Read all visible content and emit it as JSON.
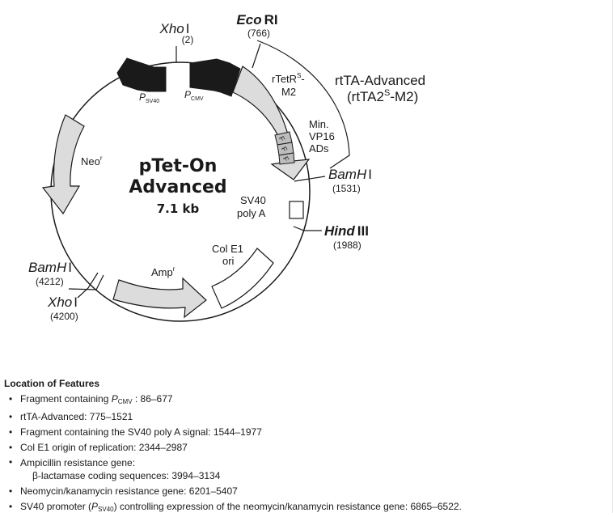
{
  "plasmid": {
    "name_line1": "pTet-On",
    "name_line2": "Advanced",
    "size": "7.1 kb"
  },
  "sites": {
    "xho_top": {
      "name": "Xho",
      "suffix": "I",
      "pos": "(2)"
    },
    "eco": {
      "name": "Eco",
      "suffix": "RI",
      "pos": "(766)"
    },
    "bam_right": {
      "name": "BamH",
      "suffix": "I",
      "pos": "(1531)"
    },
    "hind": {
      "name": "Hind",
      "suffix": "III",
      "pos": "(1988)"
    },
    "bam_left": {
      "name": "BamH",
      "suffix": "I",
      "pos": "(4212)"
    },
    "xho_left": {
      "name": "Xho",
      "suffix": "I",
      "pos": "(4200)"
    }
  },
  "features": {
    "psv40": {
      "main": "P",
      "sub": "SV40"
    },
    "pcmv": {
      "main": "P",
      "sub": "CMV"
    },
    "rtetr_line1": "rTetR",
    "rtetr_sup": "S",
    "rtetr_line2": "M2",
    "min_line1": "Min.",
    "min_line2": "VP16",
    "min_line3": "ADs",
    "vp16_boxes": [
      "F",
      "F",
      "F"
    ],
    "rtta_line1": "rtTA-Advanced",
    "rtta_line2": "(rtTA2",
    "rtta_sup": "S",
    "rtta_line2_end": "-M2)",
    "sv40_line1": "SV40",
    "sv40_line2": "poly A",
    "colE1_line1": "Col E1",
    "colE1_line2": "ori",
    "neo": "Neo",
    "neo_sup": "r",
    "amp": "Amp",
    "amp_sup": "r"
  },
  "location": {
    "header": "Location of Features",
    "items": {
      "pcmv_prefix": "Fragment containing ",
      "pcmv_p": "P",
      "pcmv_sub": "CMV",
      "pcmv_range": " : 86–677",
      "rtta": "rtTA-Advanced: 775–1521",
      "sv40": "Fragment containing the SV40 poly A signal: 1544–1977",
      "colE1": "Col E1 origin of replication: 2344–2987",
      "amp_line1": "Ampicillin resistance gene:",
      "amp_line2": "β-lactamase coding sequences: 3994–3134",
      "neo": "Neomycin/kanamycin resistance gene: 6201–5407",
      "sv40p_prefix": "SV40 promoter (",
      "sv40p_p": "P",
      "sv40p_sub": "SV40",
      "sv40p_rest": ") controlling expression of the neomycin/kanamycin resistance gene: 6865–6522."
    }
  },
  "colors": {
    "line": "#1a1a1a",
    "feature_fill": "#dcdcdc",
    "promoter_fill": "#1a1a1a"
  }
}
